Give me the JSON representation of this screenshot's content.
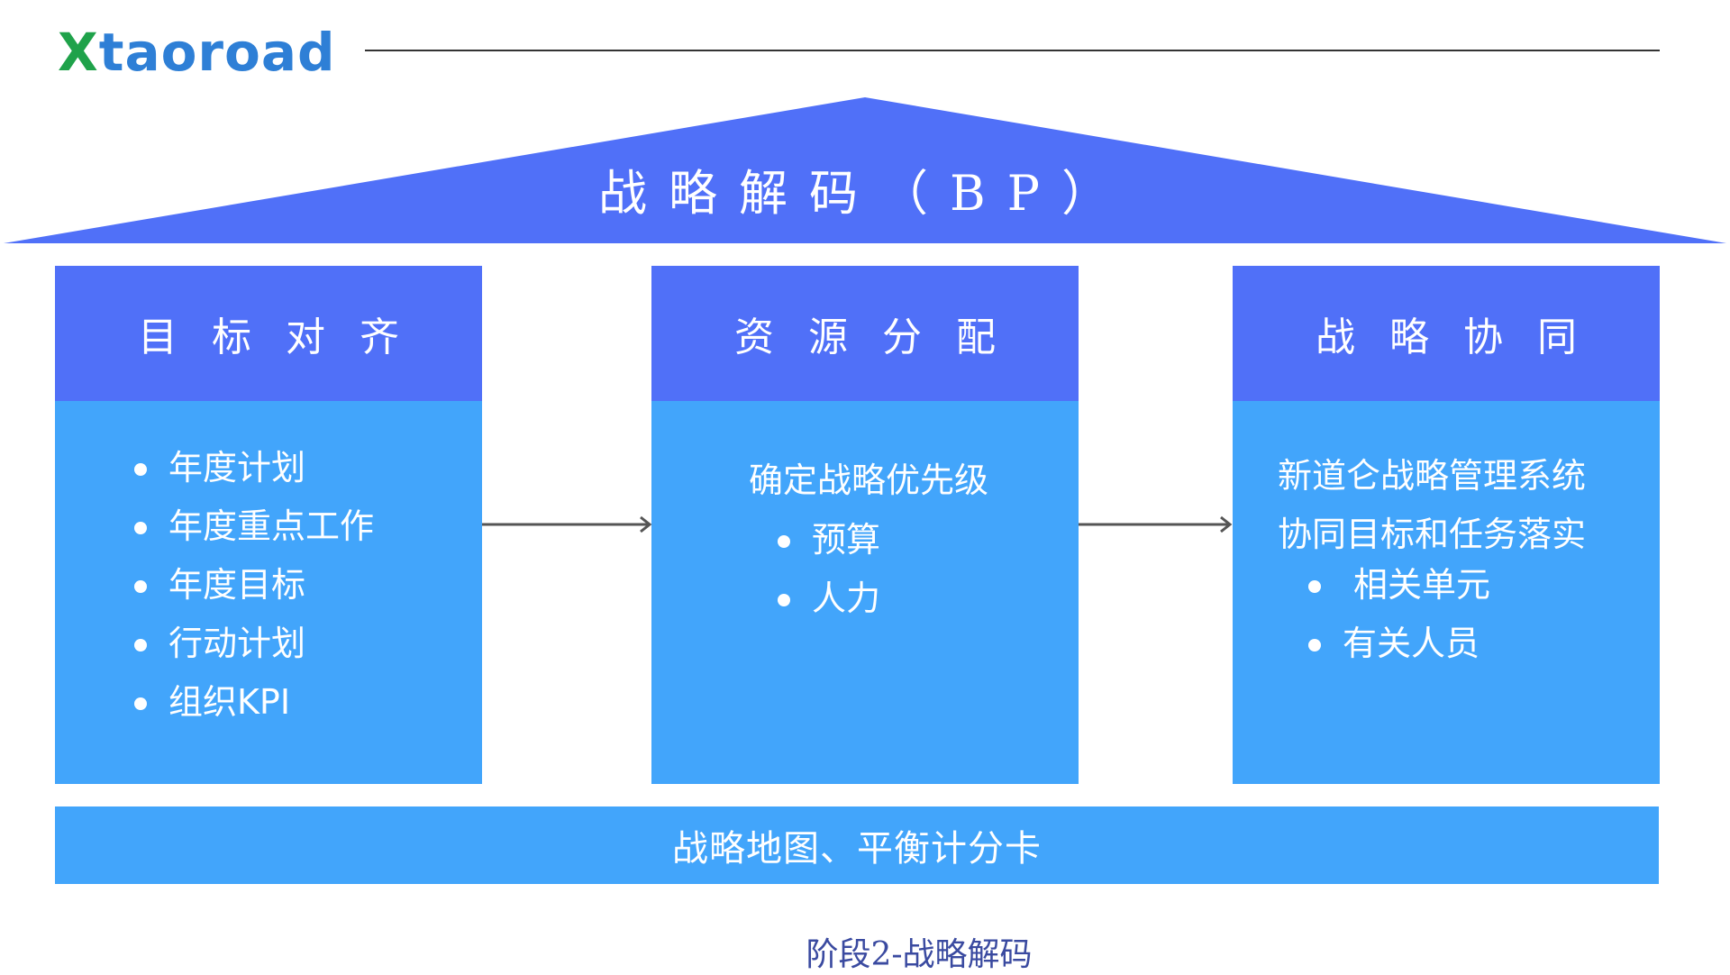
{
  "logo": {
    "first_letter": "X",
    "rest": "taoroad"
  },
  "roof": {
    "title": "战略解码（BP）"
  },
  "pillars": [
    {
      "title": "目标对齐",
      "items": [
        "年度计划",
        "年度重点工作",
        "年度目标",
        "行动计划",
        "组织KPI"
      ]
    },
    {
      "title": "资源分配",
      "intro": "确定战略优先级",
      "items": [
        "预算",
        "人力"
      ]
    },
    {
      "title": "战略协同",
      "lines": [
        "新道仑战略管理系统",
        "协同目标和任务落实"
      ],
      "items": [
        "相关单元",
        "有关人员"
      ]
    }
  ],
  "base": {
    "label": "战略地图、平衡计分卡"
  },
  "caption": "阶段2-战略解码",
  "colors": {
    "roof": "#5070f8",
    "header": "#5070f8",
    "body": "#42a5fb",
    "logo_x": "#1fa24a",
    "logo_rest": "#2e7fd6",
    "caption": "#3a4aa0"
  }
}
